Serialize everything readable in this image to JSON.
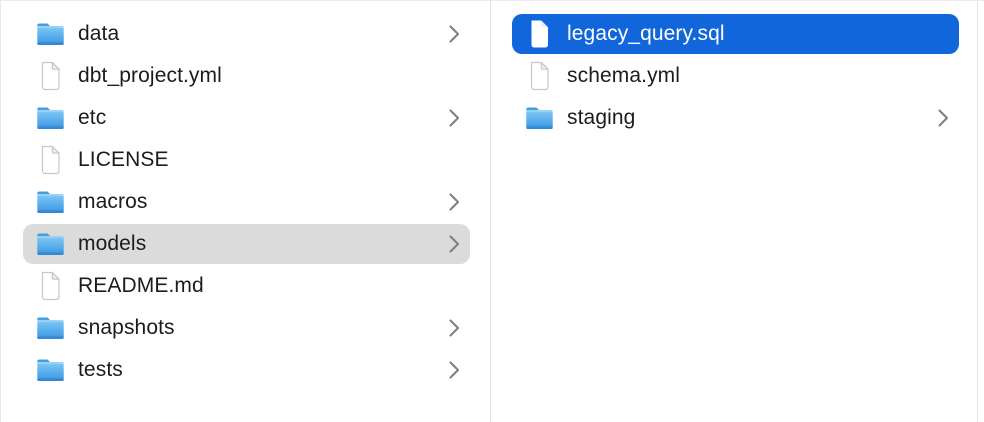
{
  "app": "finder-column-view",
  "colors": {
    "selection_active_blue": "#1266db",
    "selection_inactive_gray": "#dbdbdb",
    "text": "#1c1c1e",
    "text_selected": "#ffffff",
    "divider": "#e2e2e2",
    "chevron_gray": "#7f7f7f",
    "folder_blue_top": "#83c8f4",
    "folder_blue_bottom": "#3e93dc"
  },
  "icons": {
    "folder": "folder-icon",
    "document": "document-icon",
    "chevron": "chevron-right-icon"
  },
  "columns": [
    {
      "name": "parent-directory",
      "items": [
        {
          "label": "data",
          "type": "folder",
          "has_chevron": true,
          "selected": false
        },
        {
          "label": "dbt_project.yml",
          "type": "file",
          "has_chevron": false,
          "selected": false
        },
        {
          "label": "etc",
          "type": "folder",
          "has_chevron": true,
          "selected": false
        },
        {
          "label": "LICENSE",
          "type": "file",
          "has_chevron": false,
          "selected": false
        },
        {
          "label": "macros",
          "type": "folder",
          "has_chevron": true,
          "selected": false
        },
        {
          "label": "models",
          "type": "folder",
          "has_chevron": true,
          "selected": true,
          "selection_style": "inactive-gray"
        },
        {
          "label": "README.md",
          "type": "file",
          "has_chevron": false,
          "selected": false
        },
        {
          "label": "snapshots",
          "type": "folder",
          "has_chevron": true,
          "selected": false
        },
        {
          "label": "tests",
          "type": "folder",
          "has_chevron": true,
          "selected": false
        }
      ]
    },
    {
      "name": "models-contents",
      "items": [
        {
          "label": "legacy_query.sql",
          "type": "file",
          "has_chevron": false,
          "selected": true,
          "selection_style": "active-blue"
        },
        {
          "label": "schema.yml",
          "type": "file",
          "has_chevron": false,
          "selected": false
        },
        {
          "label": "staging",
          "type": "folder",
          "has_chevron": true,
          "selected": false
        }
      ]
    }
  ]
}
